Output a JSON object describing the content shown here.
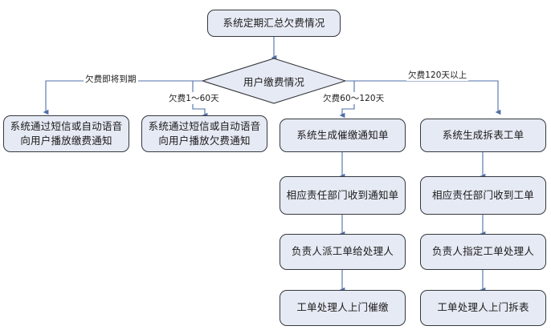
{
  "diagram": {
    "type": "flowchart",
    "title_node": "系统定期汇总欠费情况",
    "decision_node": "用户缴费情况",
    "colors": {
      "node_fill": "#e6eaf4",
      "node_border": "#35383d",
      "connector": "#4f6fa8",
      "background": "#ffffff"
    },
    "edge_labels": {
      "branch1": "欠费即将到期",
      "branch2": "欠费1～60天",
      "branch3": "欠费60～120天",
      "branch4": "欠费120天以上"
    },
    "branches": [
      {
        "id": "branch1",
        "label": "欠费即将到期",
        "steps": [
          "系统通过短信或自动语音向用户播放缴费通知"
        ]
      },
      {
        "id": "branch2",
        "label": "欠费1～60天",
        "steps": [
          "系统通过短信或自动语音向用户播放欠费通知"
        ]
      },
      {
        "id": "branch3",
        "label": "欠费60～120天",
        "steps": [
          "系统生成催缴通知单",
          "相应责任部门收到通知单",
          "负责人派工单给处理人",
          "工单处理人上门催缴"
        ]
      },
      {
        "id": "branch4",
        "label": "欠费120天以上",
        "steps": [
          "系统生成拆表工单",
          "相应责任部门收到工单",
          "负责人指定工单处理人",
          "工单处理人上门拆表"
        ]
      }
    ]
  }
}
